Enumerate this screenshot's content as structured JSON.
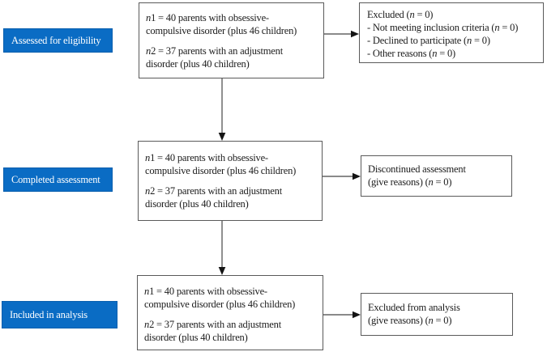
{
  "palette": {
    "label_bg": "#0a6cc4",
    "label_border": "#095fae",
    "label_text": "#ffffff",
    "box_border": "#5a5a5a",
    "text": "#1c1c1c",
    "arrow_line": "#454545",
    "arrow_head": "#141414",
    "background": "#ffffff"
  },
  "rows": [
    {
      "stage_label": "Assessed for eligibility",
      "main_paragraphs": [
        [
          "*n*1 = 40 parents with obsessive-",
          "compulsive disorder (plus 46 children)"
        ],
        [
          "*n*2 = 37 parents with an adjustment",
          "disorder (plus 40 children)"
        ]
      ],
      "side_lines": [
        "Excluded (*n* = 0)",
        "- Not meeting inclusion criteria (*n* = 0)",
        "- Declined to participate (*n* = 0)",
        "- Other reasons (*n* = 0)"
      ]
    },
    {
      "stage_label": "Completed assessment",
      "main_paragraphs": [
        [
          "*n*1 = 40 parents with obsessive-",
          "compulsive disorder (plus 46 children)"
        ],
        [
          "*n*2 = 37 parents with an adjustment",
          "disorder (plus 40 children)"
        ]
      ],
      "side_lines": [
        "Discontinued assessment",
        "(give reasons) (*n* = 0)"
      ]
    },
    {
      "stage_label": "Included in analysis",
      "main_paragraphs": [
        [
          "*n*1 = 40 parents with obsessive-",
          "compulsive disorder (plus 46 children)"
        ],
        [
          "*n*2 = 37 parents with an adjustment",
          "disorder (plus 40 children)"
        ]
      ],
      "side_lines": [
        "Excluded from analysis",
        "(give reasons) (*n* = 0)"
      ]
    }
  ]
}
